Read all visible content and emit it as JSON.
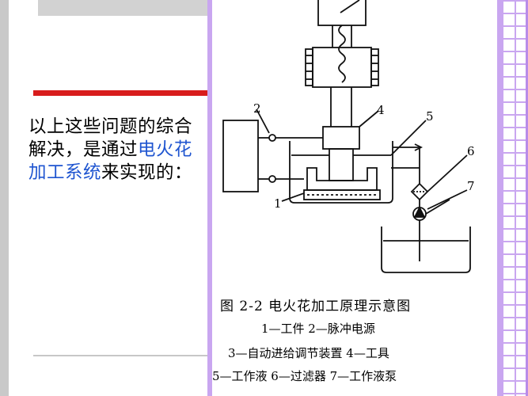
{
  "intro": {
    "before": "以上这些问题的综合解决，是通过",
    "highlight": "电火花加工系统",
    "after": "来实现的："
  },
  "figure": {
    "labels": {
      "n1": "1",
      "n2": "2",
      "n4": "4",
      "n5": "5",
      "n6": "6",
      "n7": "7"
    },
    "caption_title": "图 2-2   电火花加工原理示意图",
    "legend_line1": "1—工件   2—脉冲电源",
    "legend_line2": "3—自动进给调节装置   4—工具",
    "legend_line3": "5—工作液   6—过滤器   7—工作液泵"
  },
  "colors": {
    "highlight": "#1f55d0",
    "red_rule": "#d81c1c",
    "purple_frame": "#c9a6f0"
  }
}
